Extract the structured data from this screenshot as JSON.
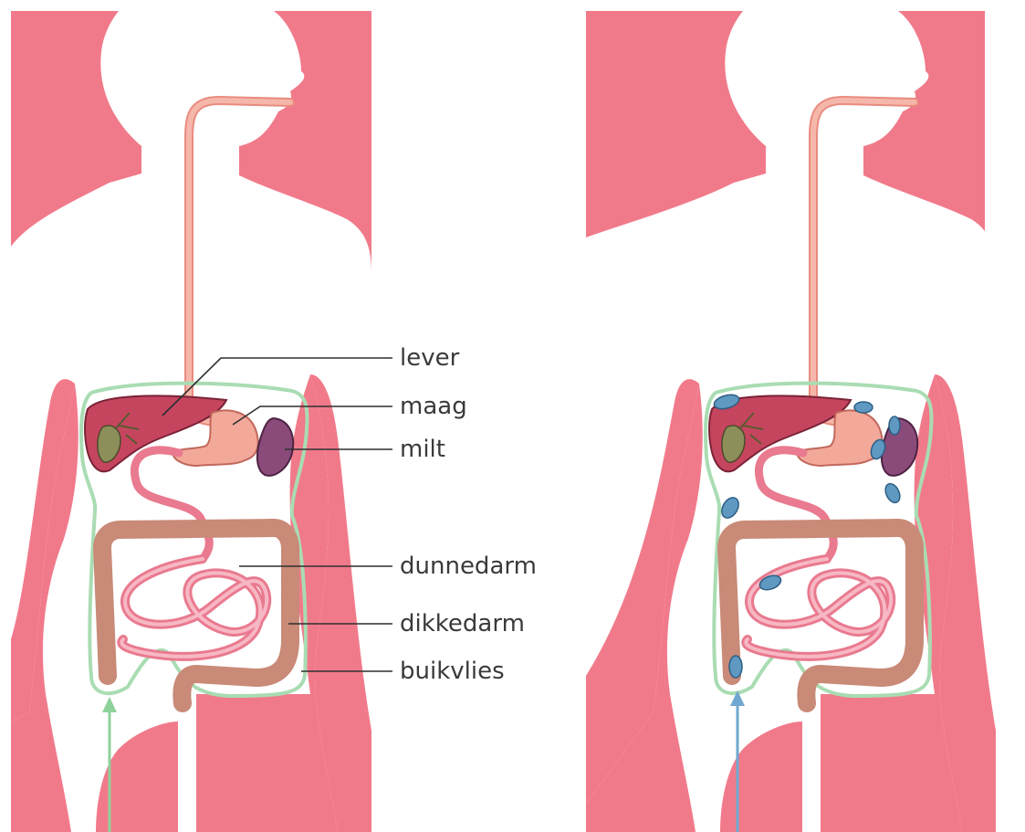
{
  "labels": {
    "lever": "lever",
    "maag": "maag",
    "milt": "milt",
    "dunnedarm": "dunnedarm",
    "dikkedarm": "dikkedarm",
    "buikvlies": "buikvlies"
  },
  "colors": {
    "background_body": "#f17a8a",
    "silhouette": "#ffffff",
    "esophagus": "#f4a79a",
    "liver": "#c5455f",
    "gallbladder": "#8c8f5a",
    "stomach": "#f2a99a",
    "spleen": "#8a4b7a",
    "small_intestine": "#e97a8f",
    "large_intestine": "#c98a78",
    "peritoneum": "#a9dcb2",
    "arrow_left": "#8fd19b",
    "arrow_right": "#6fa8d0",
    "tumor_spots": "#5f98c0"
  }
}
